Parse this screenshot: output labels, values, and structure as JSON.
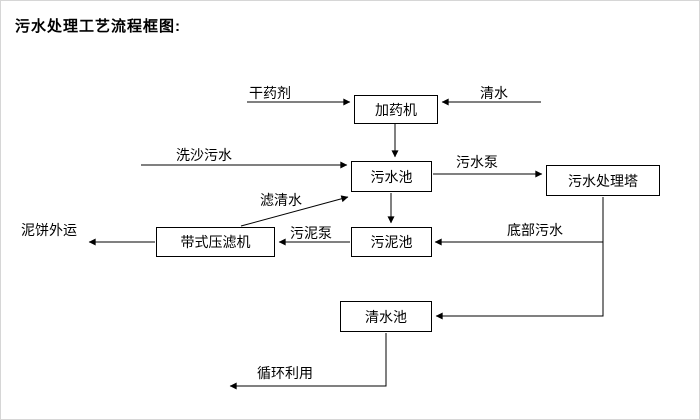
{
  "diagram": {
    "title": "污水处理工艺流程框图:"
  },
  "nodes": {
    "dosing_machine": "加药机",
    "sewage_pool": "污水池",
    "sewage_treatment_tower": "污水处理塔",
    "sludge_pool": "污泥池",
    "belt_filter_press": "带式压滤机",
    "clean_water_pool": "清水池"
  },
  "edge_labels": {
    "dry_agent": "干药剂",
    "clean_water": "清水",
    "sand_washing_sewage": "洗沙污水",
    "sewage_pump": "污水泵",
    "filtered_water": "滤清水",
    "sludge_pump": "污泥泵",
    "bottom_sewage": "底部污水",
    "mud_cake_outbound": "泥饼外运",
    "recycling": "循环利用"
  },
  "colors": {
    "line": "#000000",
    "text": "#000000",
    "background": "#ffffff"
  }
}
